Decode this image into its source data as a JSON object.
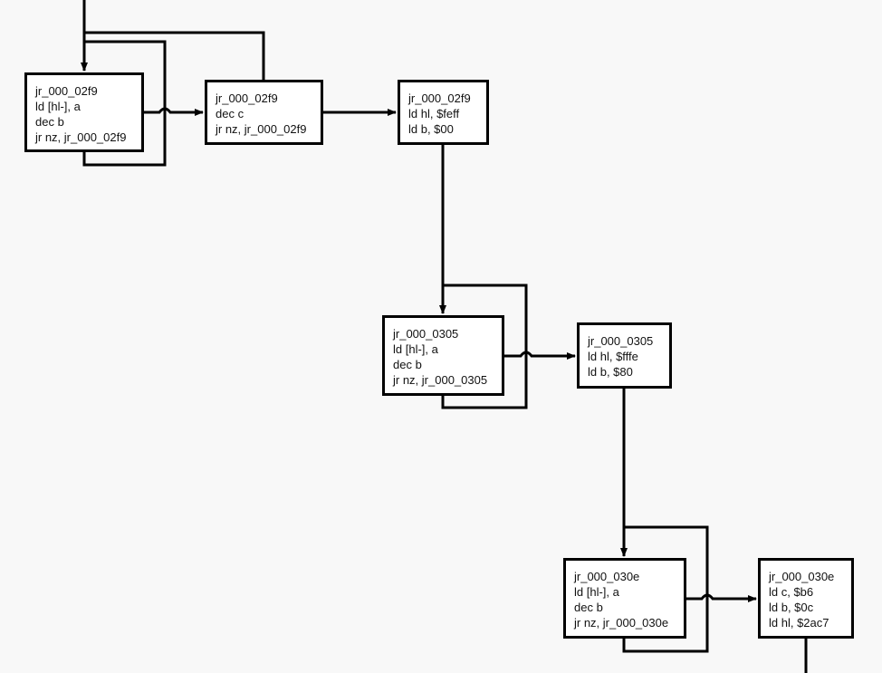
{
  "graph": {
    "nodes": [
      {
        "id": "n1",
        "lines": [
          "jr_000_02f9",
          "ld [hl-], a",
          "dec b",
          "jr nz, jr_000_02f9"
        ]
      },
      {
        "id": "n2",
        "lines": [
          "jr_000_02f9",
          "dec c",
          "jr nz, jr_000_02f9"
        ]
      },
      {
        "id": "n3",
        "lines": [
          "jr_000_02f9",
          "ld hl, $feff",
          "ld b, $00"
        ]
      },
      {
        "id": "n4",
        "lines": [
          "jr_000_0305",
          "ld [hl-], a",
          "dec b",
          "jr nz, jr_000_0305"
        ]
      },
      {
        "id": "n5",
        "lines": [
          "jr_000_0305",
          "ld hl, $fffe",
          "ld b, $80"
        ]
      },
      {
        "id": "n6",
        "lines": [
          "jr_000_030e",
          "ld [hl-], a",
          "dec b",
          "jr nz, jr_000_030e"
        ]
      },
      {
        "id": "n7",
        "lines": [
          "jr_000_030e",
          "ld c, $b6",
          "ld b, $0c",
          "ld hl, $2ac7"
        ]
      }
    ],
    "edges": [
      {
        "from": "entry",
        "to": "n1"
      },
      {
        "from": "n1",
        "to": "n1",
        "kind": "loop"
      },
      {
        "from": "n1",
        "to": "n2"
      },
      {
        "from": "n2",
        "to": "n1",
        "kind": "loop"
      },
      {
        "from": "n2",
        "to": "n3"
      },
      {
        "from": "n3",
        "to": "n4"
      },
      {
        "from": "n4",
        "to": "n4",
        "kind": "loop"
      },
      {
        "from": "n4",
        "to": "n5"
      },
      {
        "from": "n5",
        "to": "n6"
      },
      {
        "from": "n6",
        "to": "n6",
        "kind": "loop"
      },
      {
        "from": "n6",
        "to": "n7"
      },
      {
        "from": "n7",
        "to": "exit"
      }
    ],
    "colors": {
      "background": "#f8f8f8",
      "stroke": "#000000",
      "node_fill": "#ffffff"
    }
  }
}
